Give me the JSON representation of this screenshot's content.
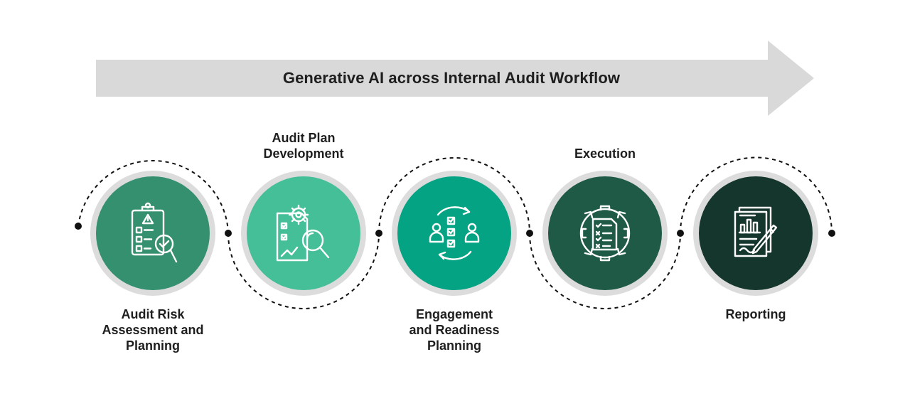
{
  "banner": {
    "title": "Generative AI across Internal Audit Workflow"
  },
  "stages": [
    {
      "label": "Audit Risk\nAssessment and\nPlanning",
      "color": "#34906f",
      "icon": "clipboard-risk-check-icon"
    },
    {
      "label": "Audit Plan\nDevelopment",
      "color": "#45bf98",
      "icon": "document-gear-magnifier-icon"
    },
    {
      "label": "Engagement\nand Readiness\nPlanning",
      "color": "#04a383",
      "icon": "people-checklist-cycle-icon"
    },
    {
      "label": "Execution",
      "color": "#1e5a46",
      "icon": "gear-checklist-icon"
    },
    {
      "label": "Reporting",
      "color": "#15362c",
      "icon": "report-chart-pen-icon"
    }
  ],
  "colors": {
    "banner_arrow": "#d9d9d9",
    "ring": "#dcdcdc",
    "connector": "#111111",
    "text": "#1e1e1e"
  }
}
